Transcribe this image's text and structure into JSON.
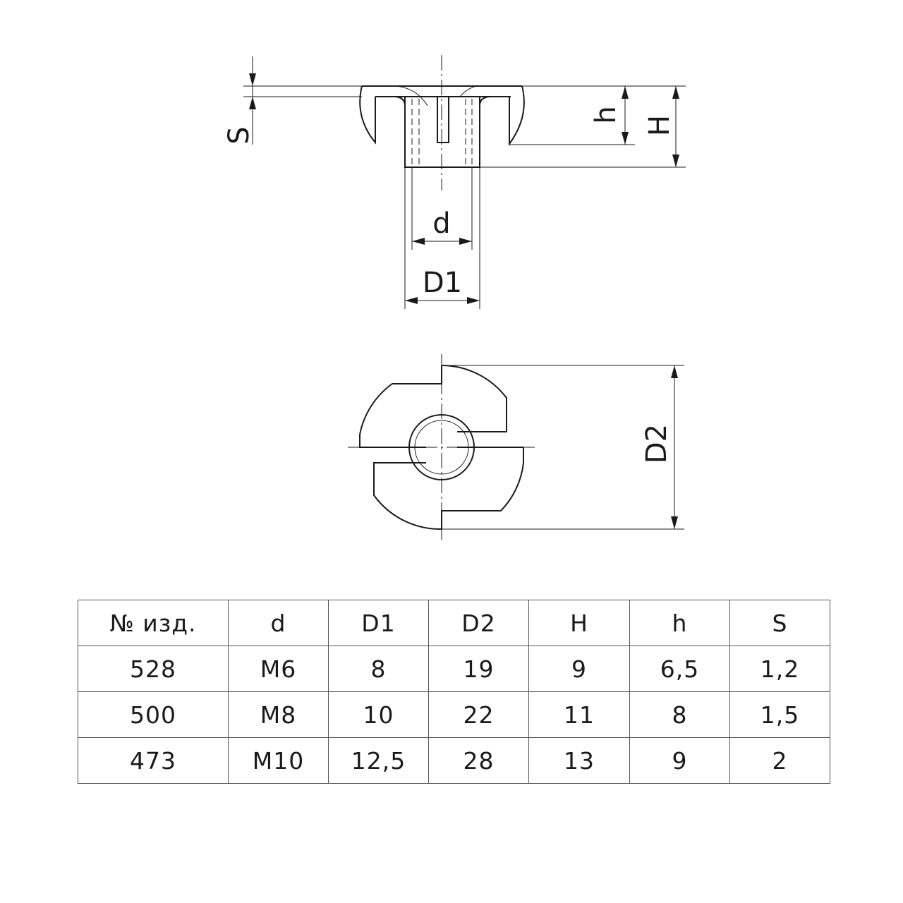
{
  "labels": {
    "s": "S",
    "h_small": "h",
    "h_big": "H",
    "d": "d",
    "d1": "D1",
    "d2": "D2"
  },
  "table": {
    "headers": [
      "№ изд.",
      "d",
      "D1",
      "D2",
      "H",
      "h",
      "S"
    ],
    "rows": [
      [
        "528",
        "M6",
        "8",
        "19",
        "9",
        "6,5",
        "1,2"
      ],
      [
        "500",
        "M8",
        "10",
        "22",
        "11",
        "8",
        "1,5"
      ],
      [
        "473",
        "M10",
        "12,5",
        "28",
        "13",
        "9",
        "2"
      ]
    ]
  }
}
